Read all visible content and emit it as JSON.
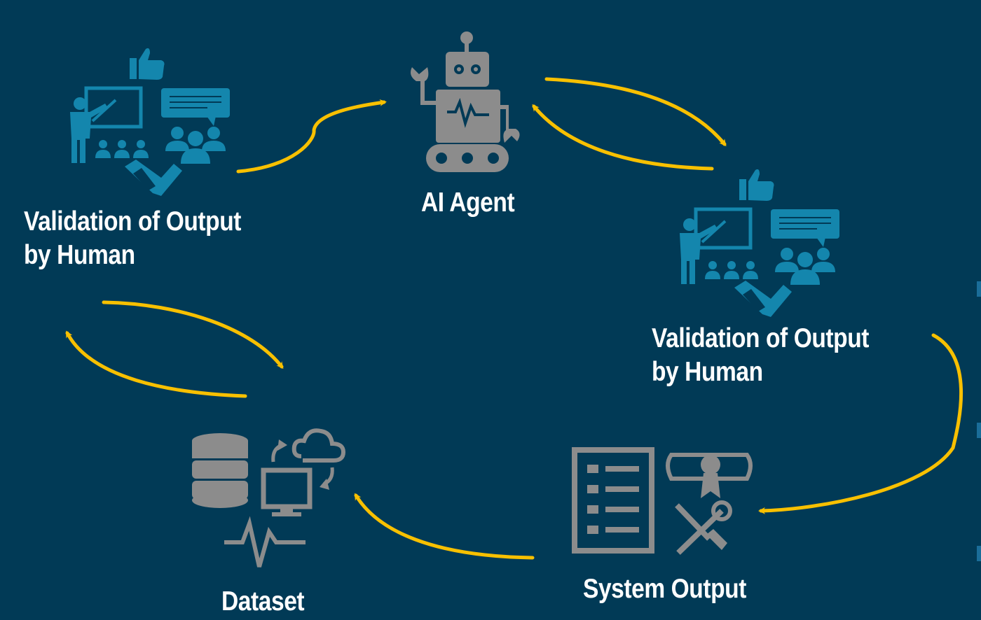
{
  "nodes": {
    "validation_left": {
      "line1": "Validation of Output",
      "line2": "by Human"
    },
    "ai_agent": {
      "label": "AI Agent"
    },
    "validation_right": {
      "line1": "Validation of Output",
      "line2": "by Human"
    },
    "system_output": {
      "label": "System Output"
    },
    "dataset": {
      "label": "Dataset"
    }
  },
  "colors": {
    "background": "#013a56",
    "arrow": "#f8c000",
    "people_icon": "#1486ad",
    "machine_icon": "#8c8c8c",
    "label_text": "#ffffff"
  },
  "icons": {
    "validation_left": "presentation-feedback-handshake-icon",
    "ai_agent": "robot-icon",
    "validation_right": "presentation-feedback-handshake-icon",
    "system_output": "checklist-certificate-tools-icon",
    "dataset": "database-cloud-sync-icon"
  }
}
